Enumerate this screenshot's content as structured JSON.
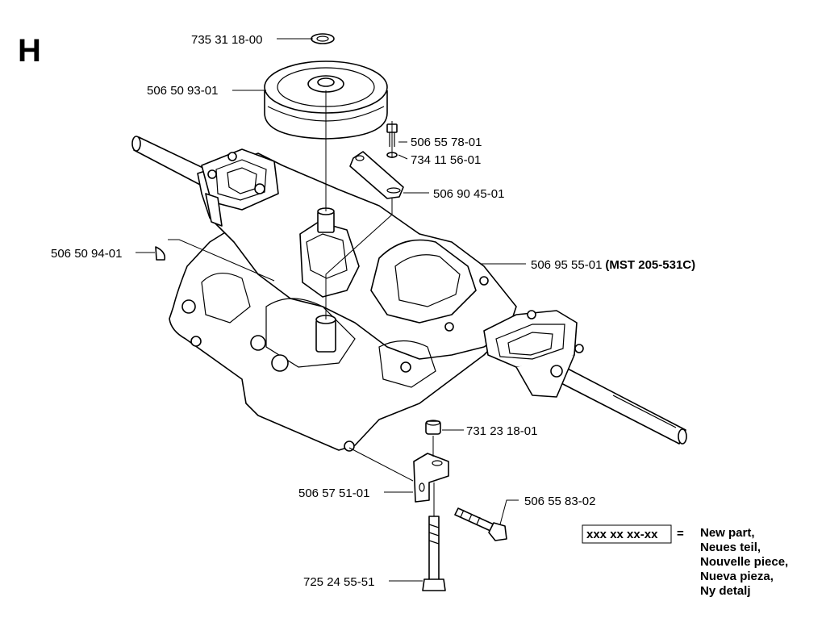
{
  "section_letter": "H",
  "labels": {
    "p1": "735 31 18-00",
    "p2": "506 50 93-01",
    "p3": "506 55 78-01",
    "p4": "734 11 56-01",
    "p5": "506 90 45-01",
    "p6": "506 50 94-01",
    "p7": "506 95 55-01",
    "p7_note": "(MST 205-531C)",
    "p8": "731 23 18-01",
    "p9": "506 57 51-01",
    "p10": "506 55 83-02",
    "p11": "725 24 55-51"
  },
  "legend": {
    "code": "xxx xx xx-xx",
    "equals": "=",
    "lines": [
      "New part,",
      "Neues teil,",
      "Nouvelle piece,",
      "Nueva pieza,",
      "Ny detalj"
    ]
  }
}
